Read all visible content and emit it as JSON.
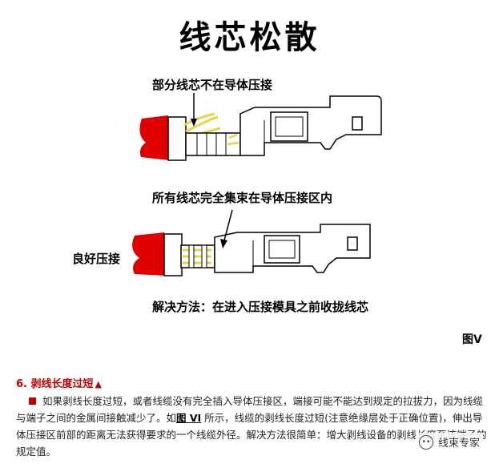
{
  "title": "线芯松散",
  "labels": {
    "top_callout": "部分线芯不在导体压接",
    "middle_callout": "所有线芯完全集束在导体压接区内",
    "good_crimp": "良好压接",
    "solution": "解决方法：在进入压接模具之前收拢线芯",
    "figure": "图V"
  },
  "section": {
    "heading": "6. 剥线长度过短",
    "paragraph_part1": "如果剥线长度过短，或者线缆没有完全插入导体压接区，端接可能不能达到规定的拉拔力，因为线缆与端子之间的金属间接触减少了。如",
    "link_text": "图 VI",
    "paragraph_part2": " 所示，线缆的剥线长度过短(注意绝缘层处于正确位置)，伸出导体压接区前部的距离无法获得要求的一个线缆外径。解决方法很简单：增大剥线设备的剥线长度至该端子的规定值。"
  },
  "watermark": "线束专家",
  "colors": {
    "insulation": "#e00000",
    "wire": "#e8d44a",
    "accent": "#c00000"
  }
}
